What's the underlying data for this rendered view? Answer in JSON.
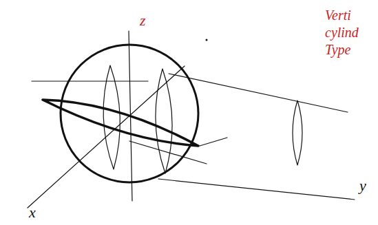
{
  "diagram": {
    "labels": [
      "z",
      "x",
      "y",
      "Verti cylind Type"
    ]
  }
}
